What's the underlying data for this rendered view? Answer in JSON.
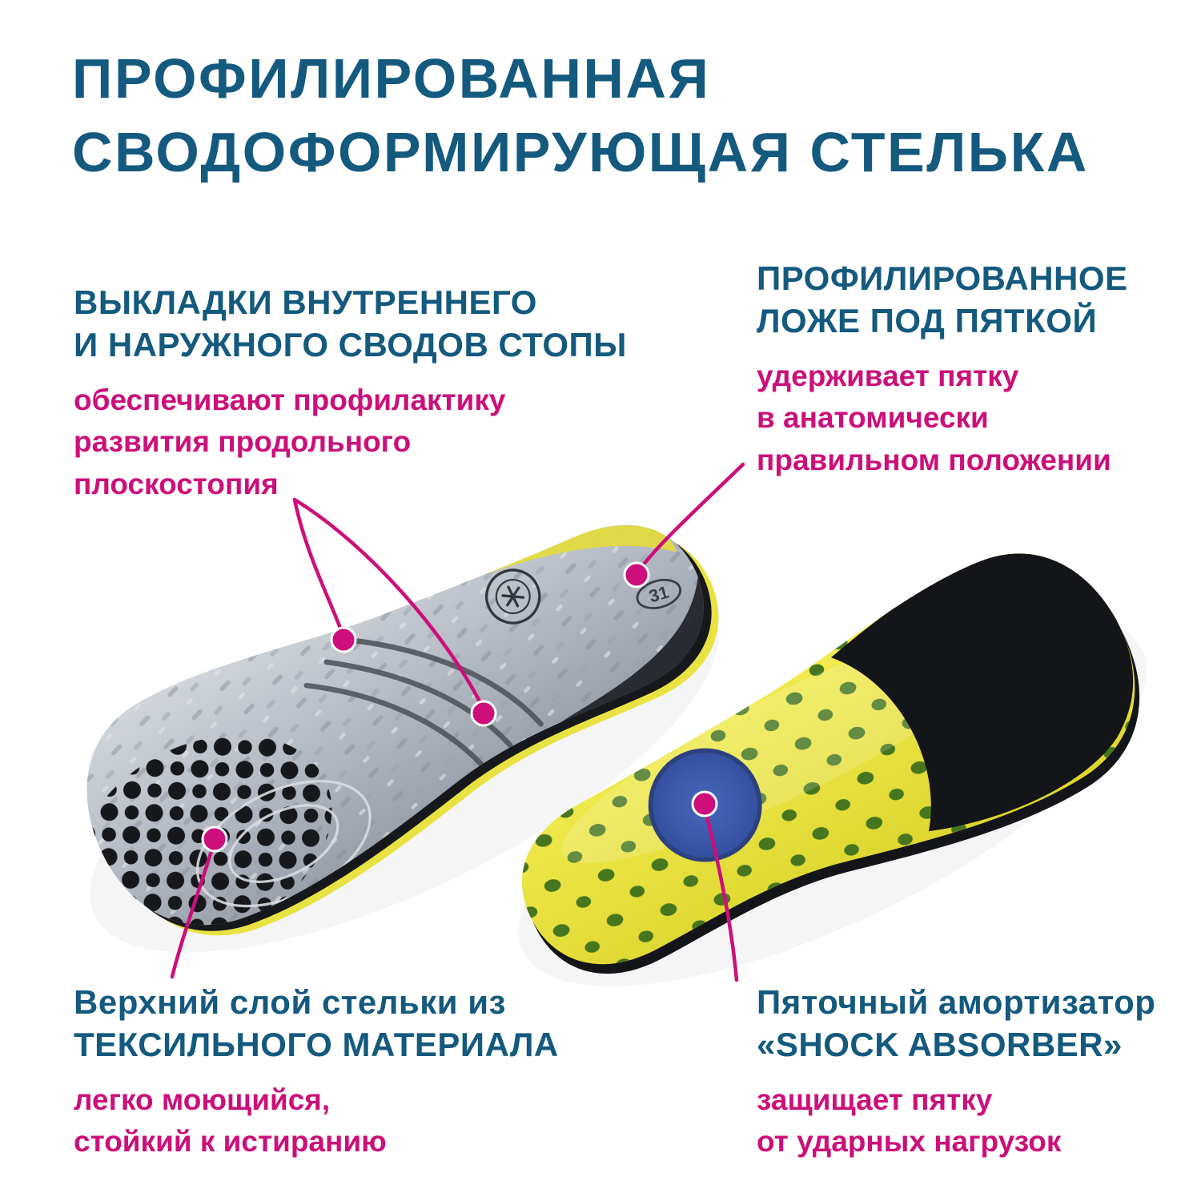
{
  "title": {
    "lines": [
      "ПРОФИЛИРОВАННАЯ",
      "СВОДОФОРМИРУЮЩАЯ СТЕЛЬКА"
    ]
  },
  "callouts": {
    "arch_pads": {
      "heading": [
        "ВЫКЛАДКИ ВНУТРЕННЕГО",
        "И НАРУЖНОГО СВОДОВ СТОПЫ"
      ],
      "description": [
        "обеспечивают профилактику",
        "развития продольного",
        "плоскостопия"
      ]
    },
    "heel_bed": {
      "heading": [
        "ПРОФИЛИРОВАННОЕ",
        "ЛОЖЕ ПОД ПЯТКОЙ"
      ],
      "description": [
        "удерживает пятку",
        "в анатомически",
        "правильном положении"
      ]
    },
    "textile_layer": {
      "heading": [
        "Верхний слой стельки из",
        "ТЕКСИЛЬНОГО МАТЕРИАЛА"
      ],
      "description": [
        "легко моющийся,",
        "стойкий к истиранию"
      ]
    },
    "shock_absorber": {
      "heading": [
        "Пяточный амортизатор",
        "«SHOCK ABSORBER»"
      ],
      "description": [
        "защищает пятку",
        "от ударных нагрузок"
      ]
    }
  },
  "product": {
    "size_label": "31"
  },
  "colors": {
    "heading_blue": "#14597e",
    "accent_magenta": "#cc0f7a",
    "insole_yellow": "#e9e243",
    "insole_grey_light": "#cfd3da",
    "insole_grey_dark": "#9ba1ab",
    "dot_green": "#47761f",
    "shock_pad_blue": "#3a55a8",
    "background": "#ffffff"
  }
}
